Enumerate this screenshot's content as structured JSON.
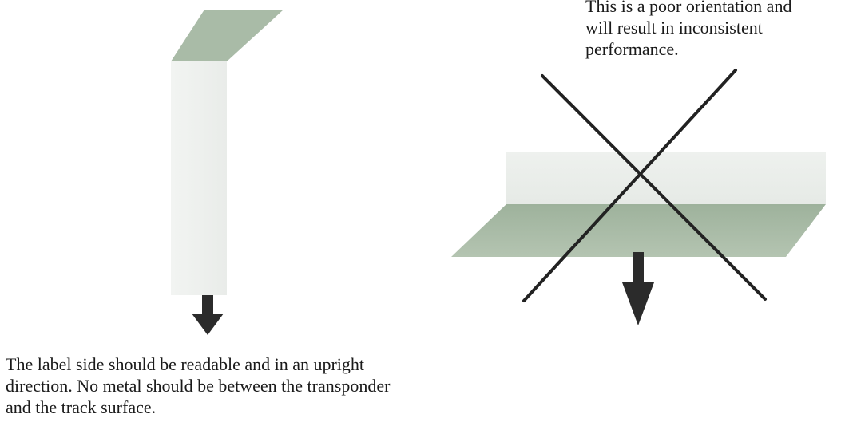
{
  "captions": {
    "left": {
      "lines": [
        "The label side should be readable and in an upright",
        "direction.  No metal should be between the transponder",
        "and the track surface."
      ]
    },
    "right": {
      "lines": [
        "This is a poor orientation and",
        "will result in inconsistent",
        "performance."
      ]
    }
  },
  "colors": {
    "label_face": "#eef0ee",
    "base_face": "#a9bba7",
    "arrow": "#2b2b2b",
    "cross": "#222222",
    "text": "#1a1a1a"
  },
  "figures": {
    "left": {
      "orientation": "upright",
      "status": "correct"
    },
    "right": {
      "orientation": "flat",
      "status": "incorrect",
      "marker": "x-mark-icon"
    }
  }
}
